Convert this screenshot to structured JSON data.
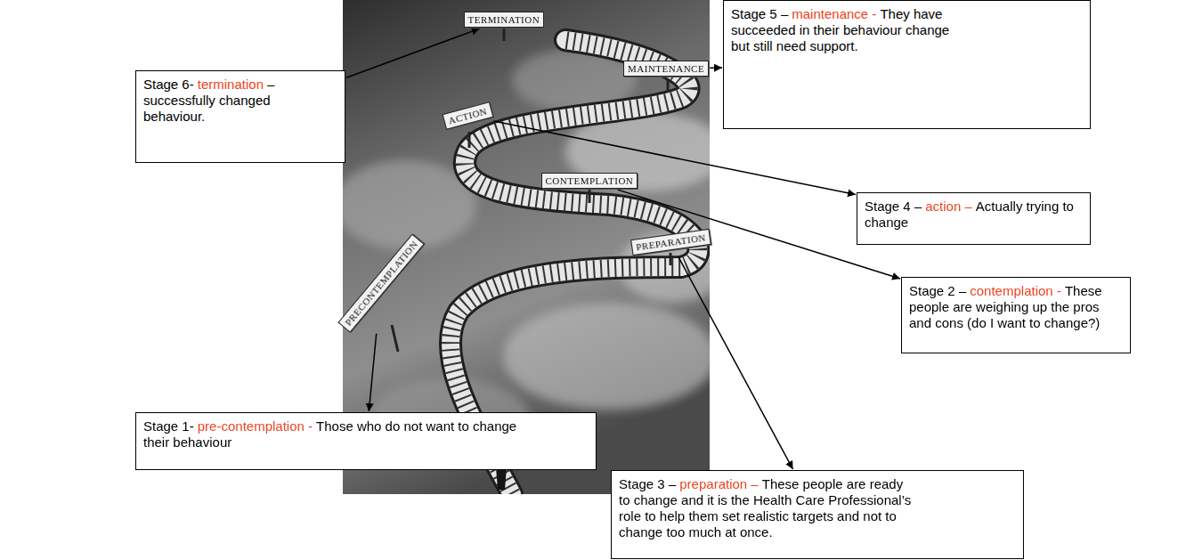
{
  "diagram": {
    "nodes": [
      {
        "text": [
          "Stage 6-",
          "termination",
          "– successfully changed behaviour."
        ]
      },
      {
        "text": [
          "TERMINATION"
        ]
      },
      {
        "text": [
          "Stage 5 –",
          "maintenance -",
          "They have succeeded in their behaviour change but still need support."
        ]
      },
      {
        "text": [
          "MAINTENANCE"
        ]
      },
      {
        "text": [
          "ACTION"
        ]
      },
      {
        "text": [
          "Stage 4 –",
          "action –",
          "Actually trying to change"
        ]
      },
      {
        "text": [
          "CONTEMPLATION"
        ]
      },
      {
        "text": [
          "PREPARATION"
        ]
      },
      {
        "text": [
          "Stage 2 –",
          "contemplation -",
          "These people are weighing up the pros and cons (do I want to change?)"
        ]
      },
      {
        "text": [
          "PRECONTEMPLATION"
        ]
      },
      {
        "text": [
          "Stage 1-",
          "pre-contemplation -",
          "Those who do not want to change their behaviour"
        ]
      },
      {
        "text": [
          "Stage 3 –",
          "preparation –",
          "These people are ready to change and it is the Health Care Professional’s role to help them set realistic targets and not to change too much at once."
        ]
      }
    ],
    "edges": [
      {
        "from": 0,
        "to": 1,
        "arrow": "to"
      },
      {
        "from": 3,
        "to": 2,
        "arrow": "to"
      },
      {
        "from": 4,
        "to": 5,
        "arrow": "to"
      },
      {
        "from": 6,
        "to": 8,
        "arrow": "to"
      },
      {
        "from": 7,
        "to": 11,
        "arrow": "to"
      },
      {
        "from": 9,
        "to": 10,
        "arrow": "to"
      }
    ]
  }
}
